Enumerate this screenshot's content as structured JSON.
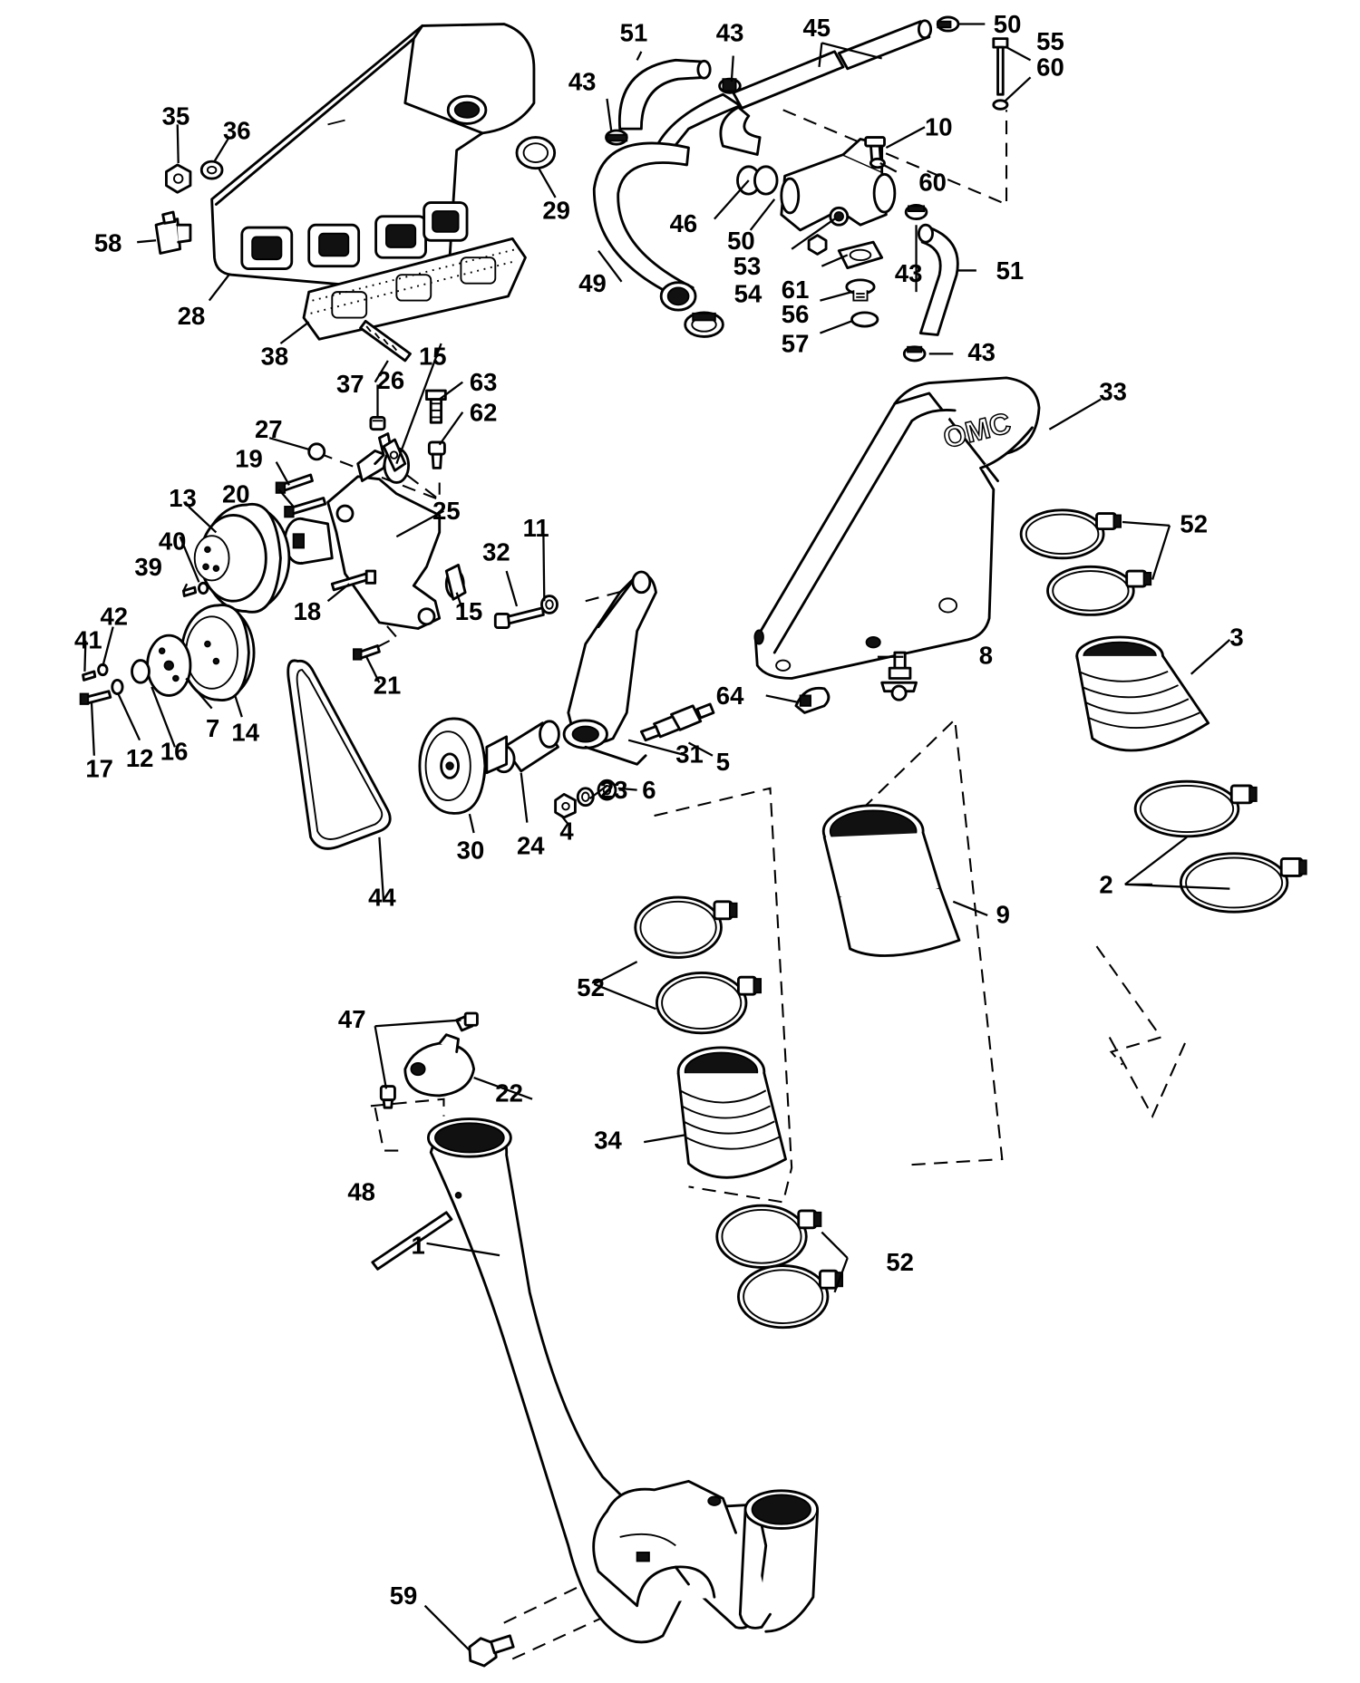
{
  "diagram": {
    "brand_logo": "OMC",
    "labels": [
      "1",
      "2",
      "3",
      "4",
      "5",
      "6",
      "7",
      "8",
      "9",
      "10",
      "11",
      "12",
      "13",
      "14",
      "15",
      "16",
      "17",
      "18",
      "19",
      "20",
      "21",
      "22",
      "23",
      "24",
      "25",
      "26",
      "27",
      "28",
      "29",
      "30",
      "31",
      "32",
      "33",
      "34",
      "35",
      "36",
      "37",
      "38",
      "39",
      "40",
      "41",
      "42",
      "43",
      "44",
      "45",
      "46",
      "47",
      "48",
      "49",
      "50",
      "51",
      "52",
      "53",
      "54",
      "55",
      "56",
      "57",
      "58",
      "59",
      "60",
      "61",
      "62",
      "63",
      "64"
    ]
  }
}
